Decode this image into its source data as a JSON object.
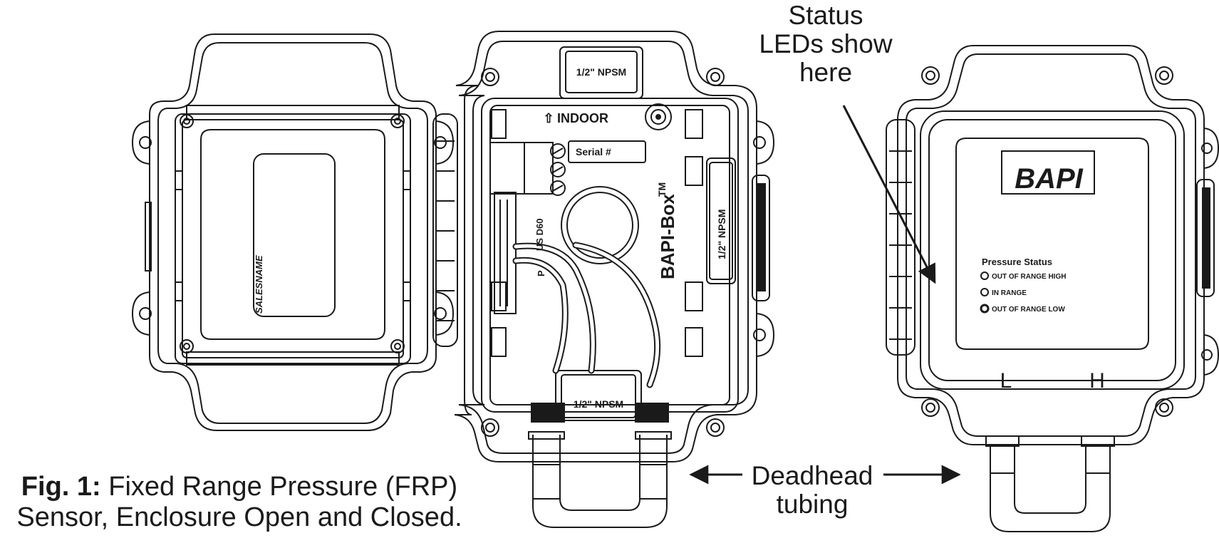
{
  "figure": {
    "number": "Fig. 1:",
    "caption": " Fixed Range Pressure (FRP)",
    "caption_line2": "Sensor, Enclosure Open and Closed."
  },
  "callouts": {
    "status_leds": [
      "Status",
      "LEDs show",
      "here"
    ],
    "deadhead": [
      "Deadhead",
      "tubing"
    ]
  },
  "open_lid": {
    "label_text": "SALESNAME"
  },
  "open_base": {
    "port_top": "1/2\" NPSM",
    "port_right": "1/2\" NPSM",
    "port_bottom": "1/2\" NPSM",
    "indoor_label": "INDOOR",
    "serial_label": "Serial #",
    "brand_box": "BAPI-Box",
    "trademark": "TM",
    "board_text": "US D60",
    "board_text2": "P"
  },
  "closed_unit": {
    "logo": "BAPI",
    "status_title": "Pressure Status",
    "leds": [
      "OUT OF RANGE HIGH",
      "IN RANGE",
      "OUT OF RANGE LOW"
    ],
    "port_low": "L",
    "port_high": "H"
  },
  "colors": {
    "line": "#1a1a1a",
    "background": "#ffffff"
  }
}
